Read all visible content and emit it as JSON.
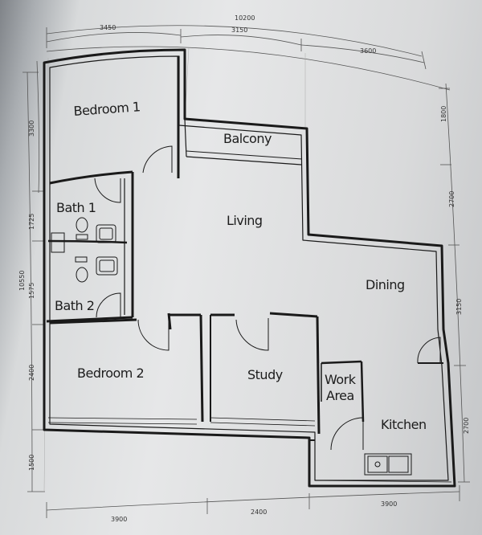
{
  "rooms": {
    "bedroom1": "Bedroom 1",
    "balcony": "Balcony",
    "bath1": "Bath 1",
    "bath2": "Bath 2",
    "living": "Living",
    "dining": "Dining",
    "bedroom2": "Bedroom 2",
    "study": "Study",
    "work_area_line1": "Work",
    "work_area_line2": "Area",
    "kitchen": "Kitchen"
  },
  "dimensions": {
    "top_total": "10200",
    "top_left": "3450",
    "top_mid": "3150",
    "top_right": "3600",
    "left_total": "10550",
    "left_1": "3300",
    "left_2": "1725",
    "left_3": "1575",
    "left_4": "2400",
    "left_5": "1500",
    "right_1": "1800",
    "right_2": "2700",
    "right_3": "3150",
    "right_4": "2700",
    "bottom_1": "3900",
    "bottom_2": "2400",
    "bottom_3": "3900"
  },
  "colors": {
    "paper": "#e6e7e8",
    "wall": "#1a1a1a",
    "ink": "#1c1c1c"
  }
}
